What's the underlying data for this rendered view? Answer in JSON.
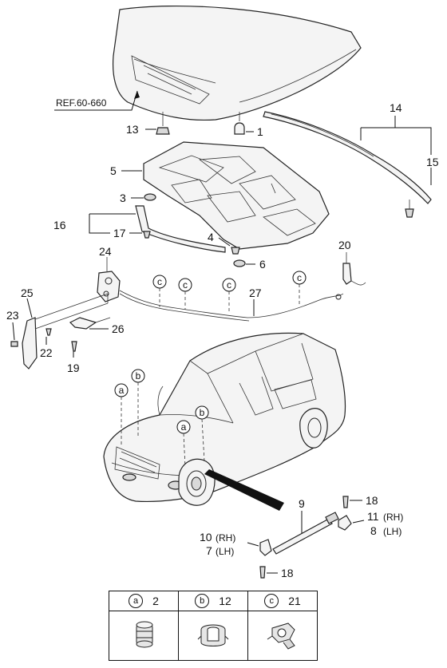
{
  "reference": "REF.60-660",
  "callouts": {
    "c1": "1",
    "c2_3": "3",
    "c4": "4",
    "c5": "5",
    "c6": "6",
    "c9": "9",
    "c13": "13",
    "c14": "14",
    "c15": "15",
    "c16": "16",
    "c17": "17",
    "c18a": "18",
    "c18b": "18",
    "c19": "19",
    "c20": "20",
    "c22": "22",
    "c23": "23",
    "c24": "24",
    "c25": "25",
    "c26": "26",
    "c27": "27"
  },
  "side_callouts": {
    "c10": "10",
    "c10_side": "(RH)",
    "c7": "7",
    "c7_side": "(LH)",
    "c11": "11",
    "c11_side": "(RH)",
    "c8": "8",
    "c8_side": "(LH)"
  },
  "clip_markers": {
    "a": "a",
    "b": "b",
    "c": "c"
  },
  "legend": [
    {
      "marker": "a",
      "part": "2",
      "icon": "grommet-icon"
    },
    {
      "marker": "b",
      "part": "12",
      "icon": "clip-icon"
    },
    {
      "marker": "c",
      "part": "21",
      "icon": "cable-clip-icon"
    }
  ]
}
